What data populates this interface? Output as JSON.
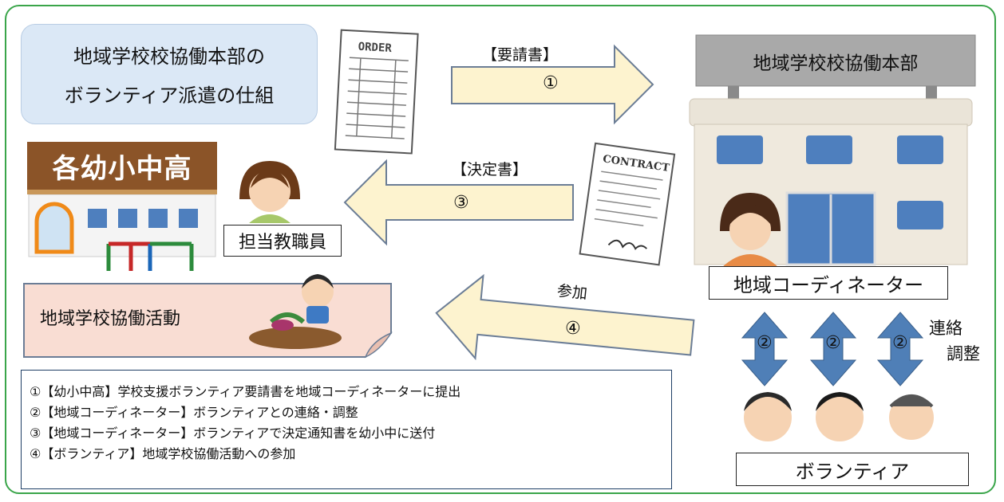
{
  "title": {
    "line1": "地域学校校協働本部の",
    "line2": "ボランティア派遣の仕組"
  },
  "headquarters": {
    "label": "地域学校校協働本部"
  },
  "school": {
    "banner": "各幼小中高"
  },
  "teacher": {
    "label": "担当教職員"
  },
  "coordinator": {
    "label": "地域コーディネーター"
  },
  "volunteer": {
    "label": "ボランティア"
  },
  "activity": {
    "label": "地域学校協働活動"
  },
  "order_doc": {
    "text": "ORDER"
  },
  "contract_doc": {
    "text": "CONTRACT"
  },
  "arrows": {
    "request": {
      "label": "【要請書】",
      "number": "①"
    },
    "decision": {
      "label": "【決定書】",
      "number": "③"
    },
    "participate": {
      "label": "参加",
      "number": "④"
    },
    "contact": {
      "number": "②",
      "label_line1": "連絡",
      "label_line2": "調整"
    }
  },
  "legend": [
    "①【幼小中高】学校支援ボランティア要請書を地域コーディネーターに提出",
    "②【地域コーディネーター】ボランティアとの連絡・調整",
    "③【地域コーディネーター】ボランティアで決定通知書を幼小中に送付",
    "④【ボランティア】地域学校協働活動への参加"
  ],
  "colors": {
    "frame": "#3aa54a",
    "arrow_fill": "#fdf3cf",
    "arrow_stroke": "#6b7d96",
    "blue_arrow": "#4f7fb7",
    "title_bg": "#dbe8f6",
    "activity_bg": "#f9ddd3"
  }
}
